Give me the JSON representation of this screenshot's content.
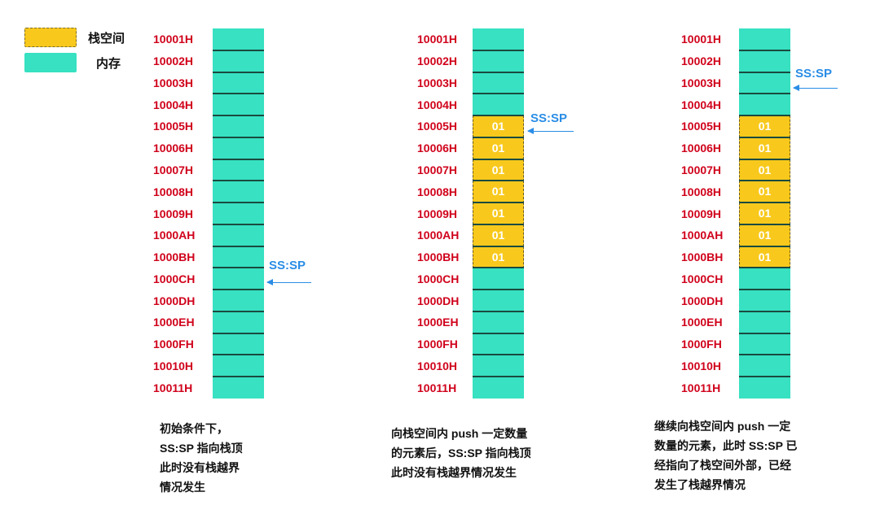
{
  "legend": {
    "stack_label": "栈空间",
    "memory_label": "内存",
    "stack_color": "#f8c91c",
    "memory_color": "#37e1c1"
  },
  "addresses": [
    "10001H",
    "10002H",
    "10003H",
    "10004H",
    "10005H",
    "10006H",
    "10007H",
    "10008H",
    "10009H",
    "1000AH",
    "1000BH",
    "1000CH",
    "1000DH",
    "1000EH",
    "1000FH",
    "10010H",
    "10011H"
  ],
  "panels": [
    {
      "pointer_label": "SS:SP",
      "pointer_row": 11,
      "stack_rows": [],
      "caption": "初始条件下，\nSS:SP 指向栈顶\n此时没有栈越界\n情况发生"
    },
    {
      "pointer_label": "SS:SP",
      "pointer_row": 4,
      "stack_rows": [
        4,
        5,
        6,
        7,
        8,
        9,
        10
      ],
      "cell_value": "01",
      "caption": "向栈空间内 push 一定数量\n的元素后，SS:SP 指向栈顶\n此时没有栈越界情况发生"
    },
    {
      "pointer_label": "SS:SP",
      "pointer_row": 2,
      "stack_rows": [
        4,
        5,
        6,
        7,
        8,
        9,
        10
      ],
      "cell_value": "01",
      "caption": "继续向栈空间内 push 一定\n数量的元素，此时 SS:SP 已\n经指向了栈空间外部，已经\n发生了栈越界情况"
    }
  ]
}
